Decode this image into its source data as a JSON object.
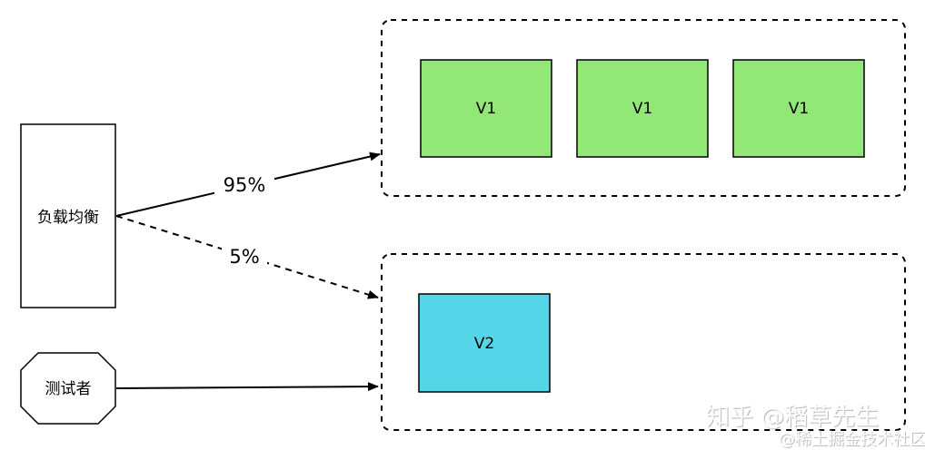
{
  "nodes": {
    "load_balancer": "负载均衡",
    "tester": "测试者",
    "v1_a": "V1",
    "v1_b": "V1",
    "v1_c": "V1",
    "v2": "V2"
  },
  "edges": {
    "to_v1_label": "95%",
    "to_v2_label": "5%"
  },
  "colors": {
    "v1_fill": "#93e776",
    "v2_fill": "#55d6e8",
    "stroke": "#000000"
  },
  "watermark": {
    "line1": "知乎 @稻草先生",
    "line2": "@稀土掘金技术社区"
  }
}
